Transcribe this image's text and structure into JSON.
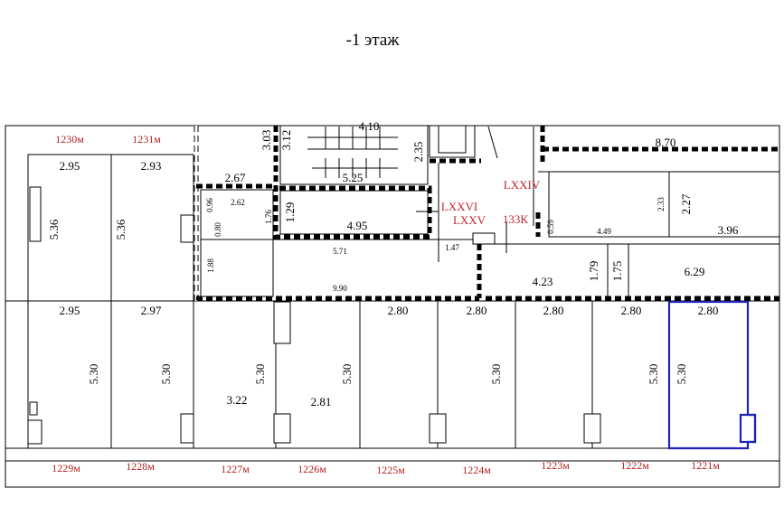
{
  "title": "-1 этаж",
  "accent_color": "#1f22b5",
  "label_color": "#b22222",
  "units_top": [
    "1230м",
    "1231м"
  ],
  "units_bottom": [
    "1229м",
    "1228м",
    "1227м",
    "1226м",
    "1225м",
    "1224м",
    "1223м",
    "1222м",
    "1221м"
  ],
  "roman_labels": [
    "LXXIV",
    "LXXVI",
    "LXXV",
    "133К"
  ],
  "dims": {
    "a": "2.95",
    "b": "2.93",
    "c": "2.67",
    "d": "5.36",
    "e": "5.36",
    "f": "2.95",
    "g": "2.97",
    "h": "2.80",
    "i": "2.80",
    "j": "2.80",
    "k": "2.80",
    "l": "2.80",
    "m": "5.30",
    "n": "5.30",
    "o": "5.30",
    "p": "5.30",
    "q": "5.30",
    "r": "5.30",
    "s": "5.30",
    "t": "3.22",
    "u": "2.81",
    "v": "3.03",
    "w": "3.12",
    "x": "4.10",
    "y": "5.25",
    "z": "2.35",
    "aa": "1.29",
    "ab": "4.95",
    "ac": "5.71",
    "ad": "1.47",
    "ae": "9.90",
    "af": "8.70",
    "ag": "2.27",
    "ah": "3.96",
    "ai": "1.79",
    "aj": "1.75",
    "ak": "6.29",
    "al": "4.23",
    "am": "0.96",
    "an": "0.80",
    "ao": "1.88",
    "ap": "2.62",
    "aq": "1.76",
    "ar": "0.59",
    "as": "4.49",
    "at": "2.33"
  }
}
